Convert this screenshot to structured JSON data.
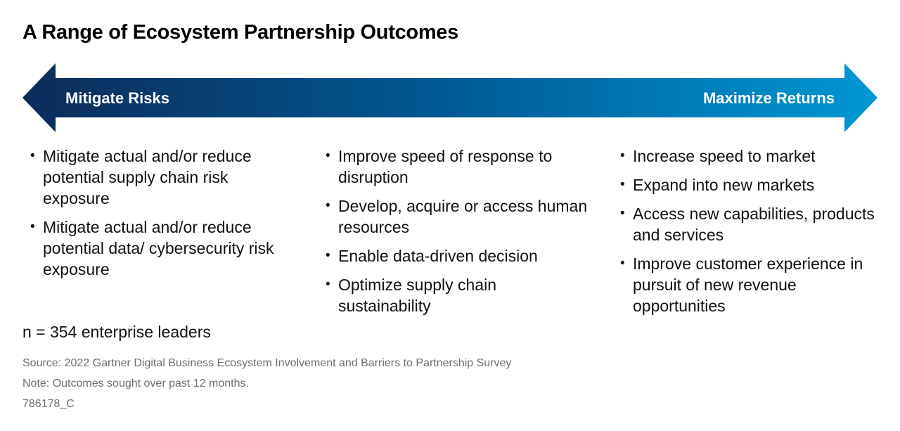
{
  "title": "A Range of Ecosystem Partnership Outcomes",
  "arrow": {
    "left_label": "Mitigate Risks",
    "right_label": "Maximize Returns",
    "colors": {
      "start": "#0b2c5a",
      "mid": "#005a96",
      "end": "#0098d4"
    }
  },
  "columns": [
    {
      "items": [
        "Mitigate actual and/or reduce potential supply chain risk exposure",
        "Mitigate actual and/or reduce potential data/ cybersecurity risk exposure"
      ]
    },
    {
      "items": [
        "Improve speed of response to disruption",
        "Develop, acquire or access human resources",
        "Enable data-driven decision",
        "Optimize supply chain sustainability"
      ]
    },
    {
      "items": [
        "Increase speed to market",
        "Expand into new markets",
        "Access new capabilities, products and services",
        "Improve customer experience in pursuit of new revenue opportunities"
      ]
    }
  ],
  "footer": {
    "sample": "n = 354 enterprise leaders",
    "source": "Source: 2022 Gartner Digital Business Ecosystem Involvement and Barriers to Partnership Survey",
    "note": "Note: Outcomes sought over past 12 months.",
    "code": "786178_C"
  }
}
